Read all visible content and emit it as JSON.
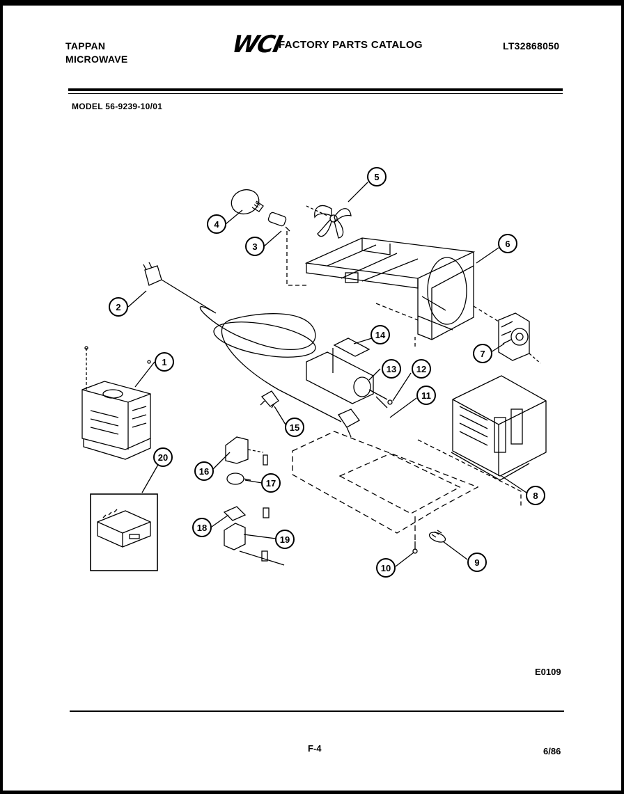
{
  "header": {
    "brand_line1": "TAPPAN",
    "brand_line2": "MICROWAVE",
    "logo": "WCI",
    "catalog_title": "FACTORY PARTS CATALOG",
    "catalog_number": "LT32868050",
    "model_label": "MODEL 56-9239-10/01"
  },
  "diagram": {
    "callouts": [
      "1",
      "2",
      "3",
      "4",
      "5",
      "6",
      "7",
      "8",
      "9",
      "10",
      "11",
      "12",
      "13",
      "14",
      "15",
      "16",
      "17",
      "18",
      "19",
      "20"
    ],
    "drawing_code": "E0109"
  },
  "footer": {
    "page_number": "F-4",
    "date": "6/86"
  }
}
